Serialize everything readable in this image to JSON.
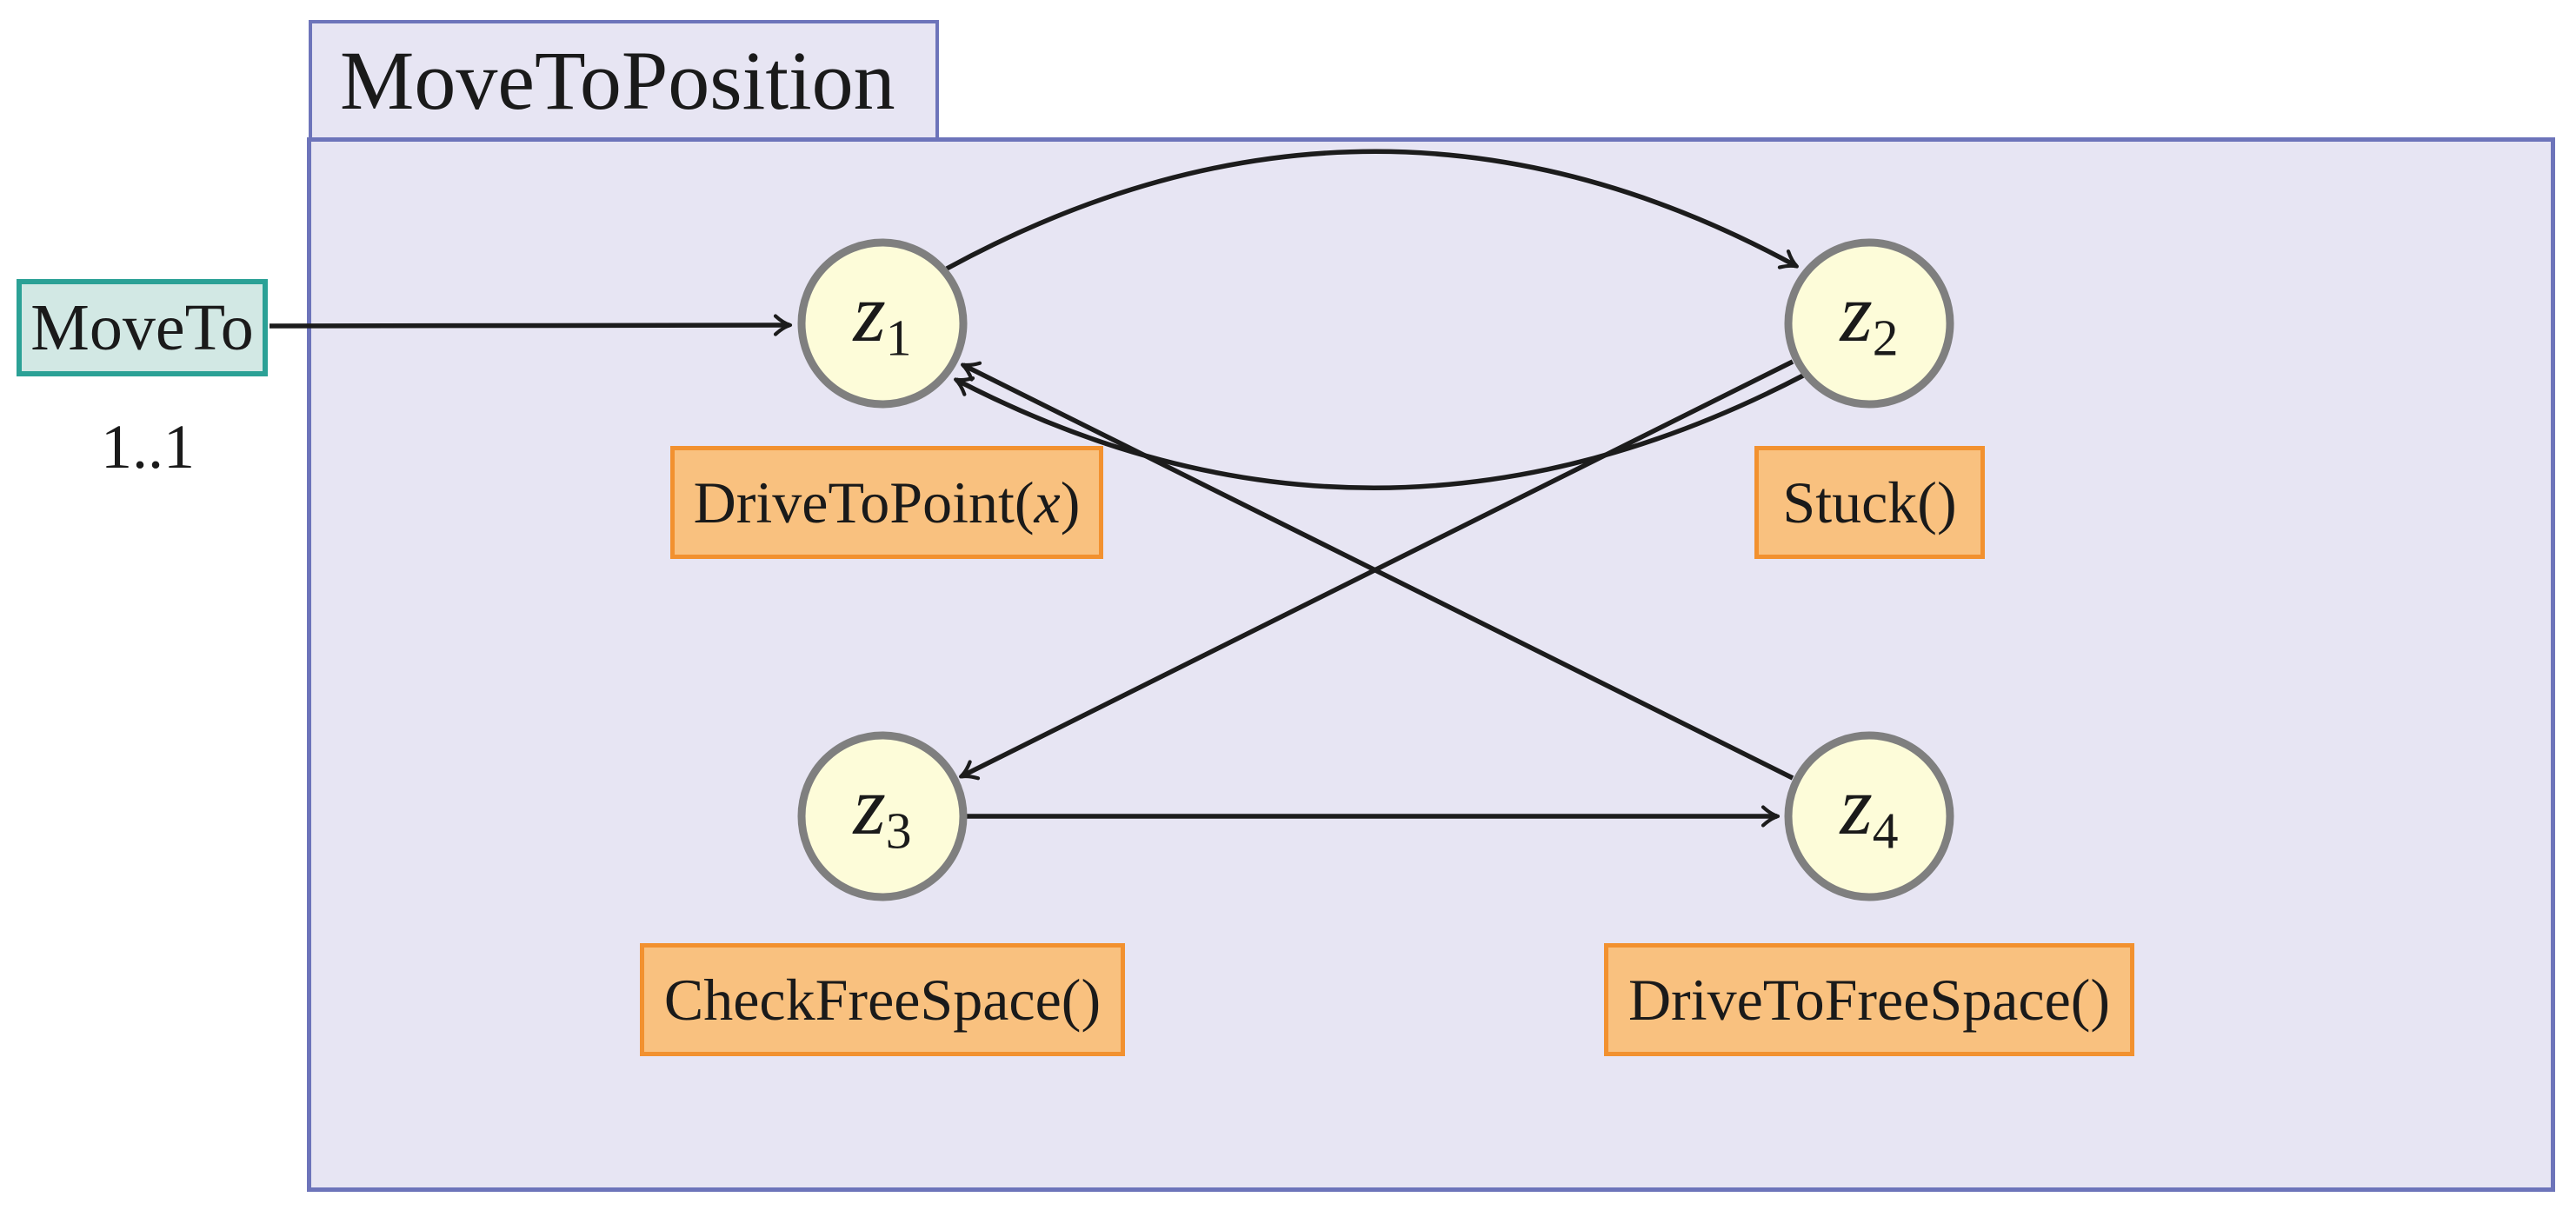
{
  "diagram": {
    "title": "MoveToPosition",
    "input_box": {
      "label": "MoveTo",
      "multiplicity": "1..1"
    },
    "states": [
      {
        "name": "z1",
        "symbol": "z",
        "subscript": "1",
        "action": {
          "prefix": "DriveToPoint(",
          "arg": "x",
          "suffix": ")"
        }
      },
      {
        "name": "z2",
        "symbol": "z",
        "subscript": "2",
        "action": {
          "prefix": "Stuck()",
          "arg": "",
          "suffix": ""
        }
      },
      {
        "name": "z3",
        "symbol": "z",
        "subscript": "3",
        "action": {
          "prefix": "CheckFreeSpace()",
          "arg": "",
          "suffix": ""
        }
      },
      {
        "name": "z4",
        "symbol": "z",
        "subscript": "4",
        "action": {
          "prefix": "DriveToFreeSpace()",
          "arg": "",
          "suffix": ""
        }
      }
    ],
    "transitions": [
      {
        "from": "MoveTo",
        "to": "z1",
        "style": "straight"
      },
      {
        "from": "z1",
        "to": "z2",
        "style": "arc-above"
      },
      {
        "from": "z2",
        "to": "z1",
        "style": "arc-below"
      },
      {
        "from": "z2",
        "to": "z3",
        "style": "straight-diagonal"
      },
      {
        "from": "z4",
        "to": "z1",
        "style": "straight-diagonal"
      },
      {
        "from": "z3",
        "to": "z4",
        "style": "straight"
      }
    ],
    "colors": {
      "page_background": "#ffffff",
      "container_fill": "#e7e5f3",
      "container_border": "#6d74ba",
      "state_fill": "#fdfcd9",
      "state_border": "#7f7f7f",
      "event_fill": "#f9c17f",
      "event_border": "#f2912f",
      "input_fill": "#d2e8e4",
      "input_border": "#2ba196",
      "edge_color": "#1c1c1c",
      "text_color": "#1a1a1a"
    }
  }
}
